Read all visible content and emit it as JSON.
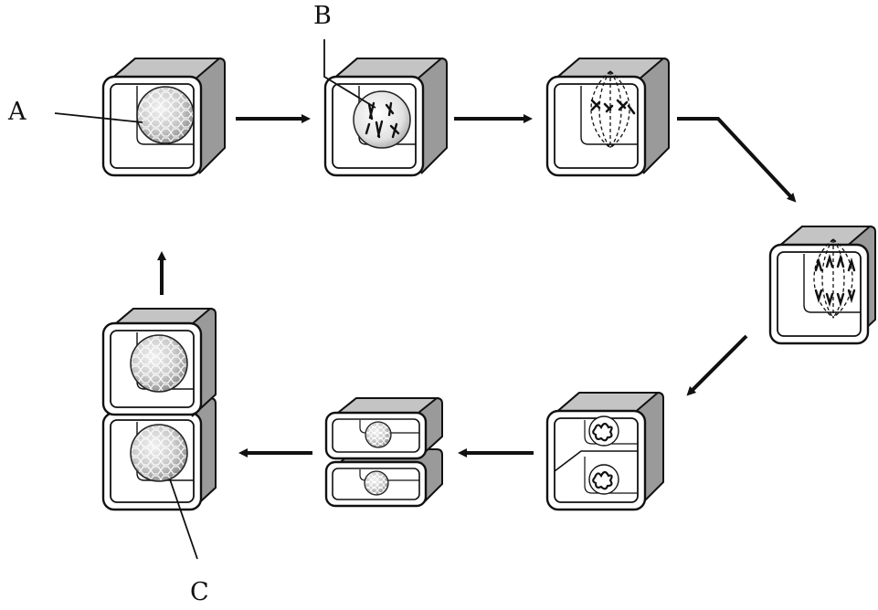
{
  "labels": {
    "a": "A",
    "b": "B",
    "c": "C"
  },
  "cells": [
    {
      "id": "cell-1",
      "stage": "interphase",
      "content": "reticulated-nucleus"
    },
    {
      "id": "cell-2",
      "stage": "prophase",
      "content": "nucleus-with-chromosomes"
    },
    {
      "id": "cell-3",
      "stage": "metaphase",
      "content": "spindle-with-chromosomes"
    },
    {
      "id": "cell-4",
      "stage": "anaphase",
      "content": "spindle-separating-chromosomes"
    },
    {
      "id": "cell-5",
      "stage": "telophase",
      "content": "new-wall-two-nuclei"
    },
    {
      "id": "cell-6",
      "stage": "daughter-cells",
      "content": "two-small-nuclei"
    },
    {
      "id": "cell-7",
      "stage": "grown-daughter-cells",
      "content": "two-large-nuclei"
    }
  ],
  "colors": {
    "line": "#111111",
    "wall_side": "#9a9a9a",
    "wall_top": "#c4c4c4",
    "cell_face": "#ffffff",
    "nucleus": "#c8c8c8"
  }
}
